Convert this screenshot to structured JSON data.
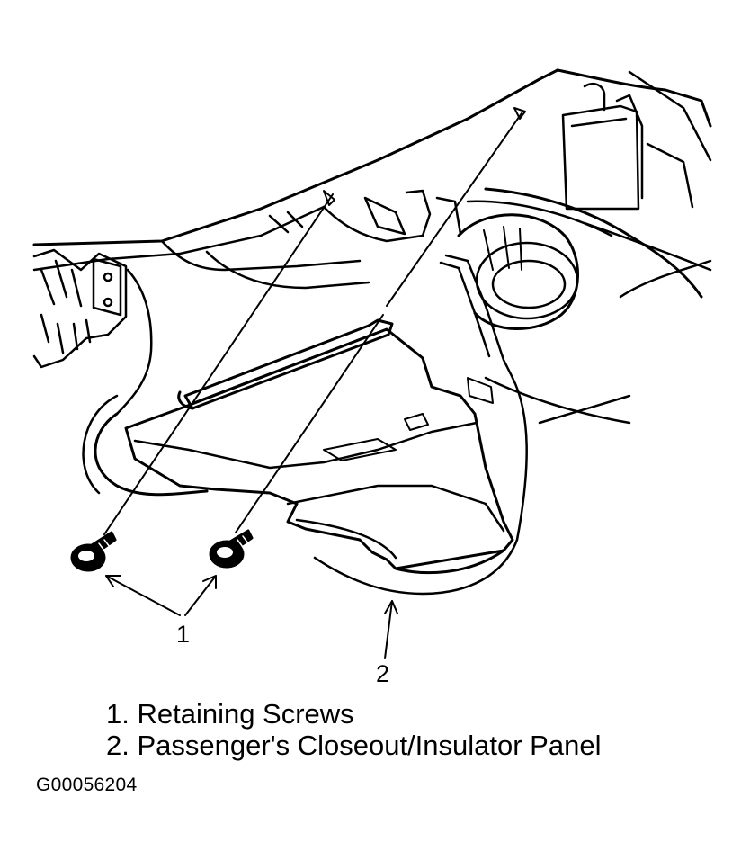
{
  "diagram": {
    "callouts": [
      {
        "number": "1",
        "label": "Retaining Screws"
      },
      {
        "number": "2",
        "label": "Passenger's Closeout/Insulator Panel"
      }
    ],
    "legend": [
      "1. Retaining Screws",
      "2. Passenger's Closeout/Insulator Panel"
    ],
    "figure_id": "G00056204"
  },
  "colors": {
    "ink": "#000000",
    "background": "#ffffff"
  }
}
